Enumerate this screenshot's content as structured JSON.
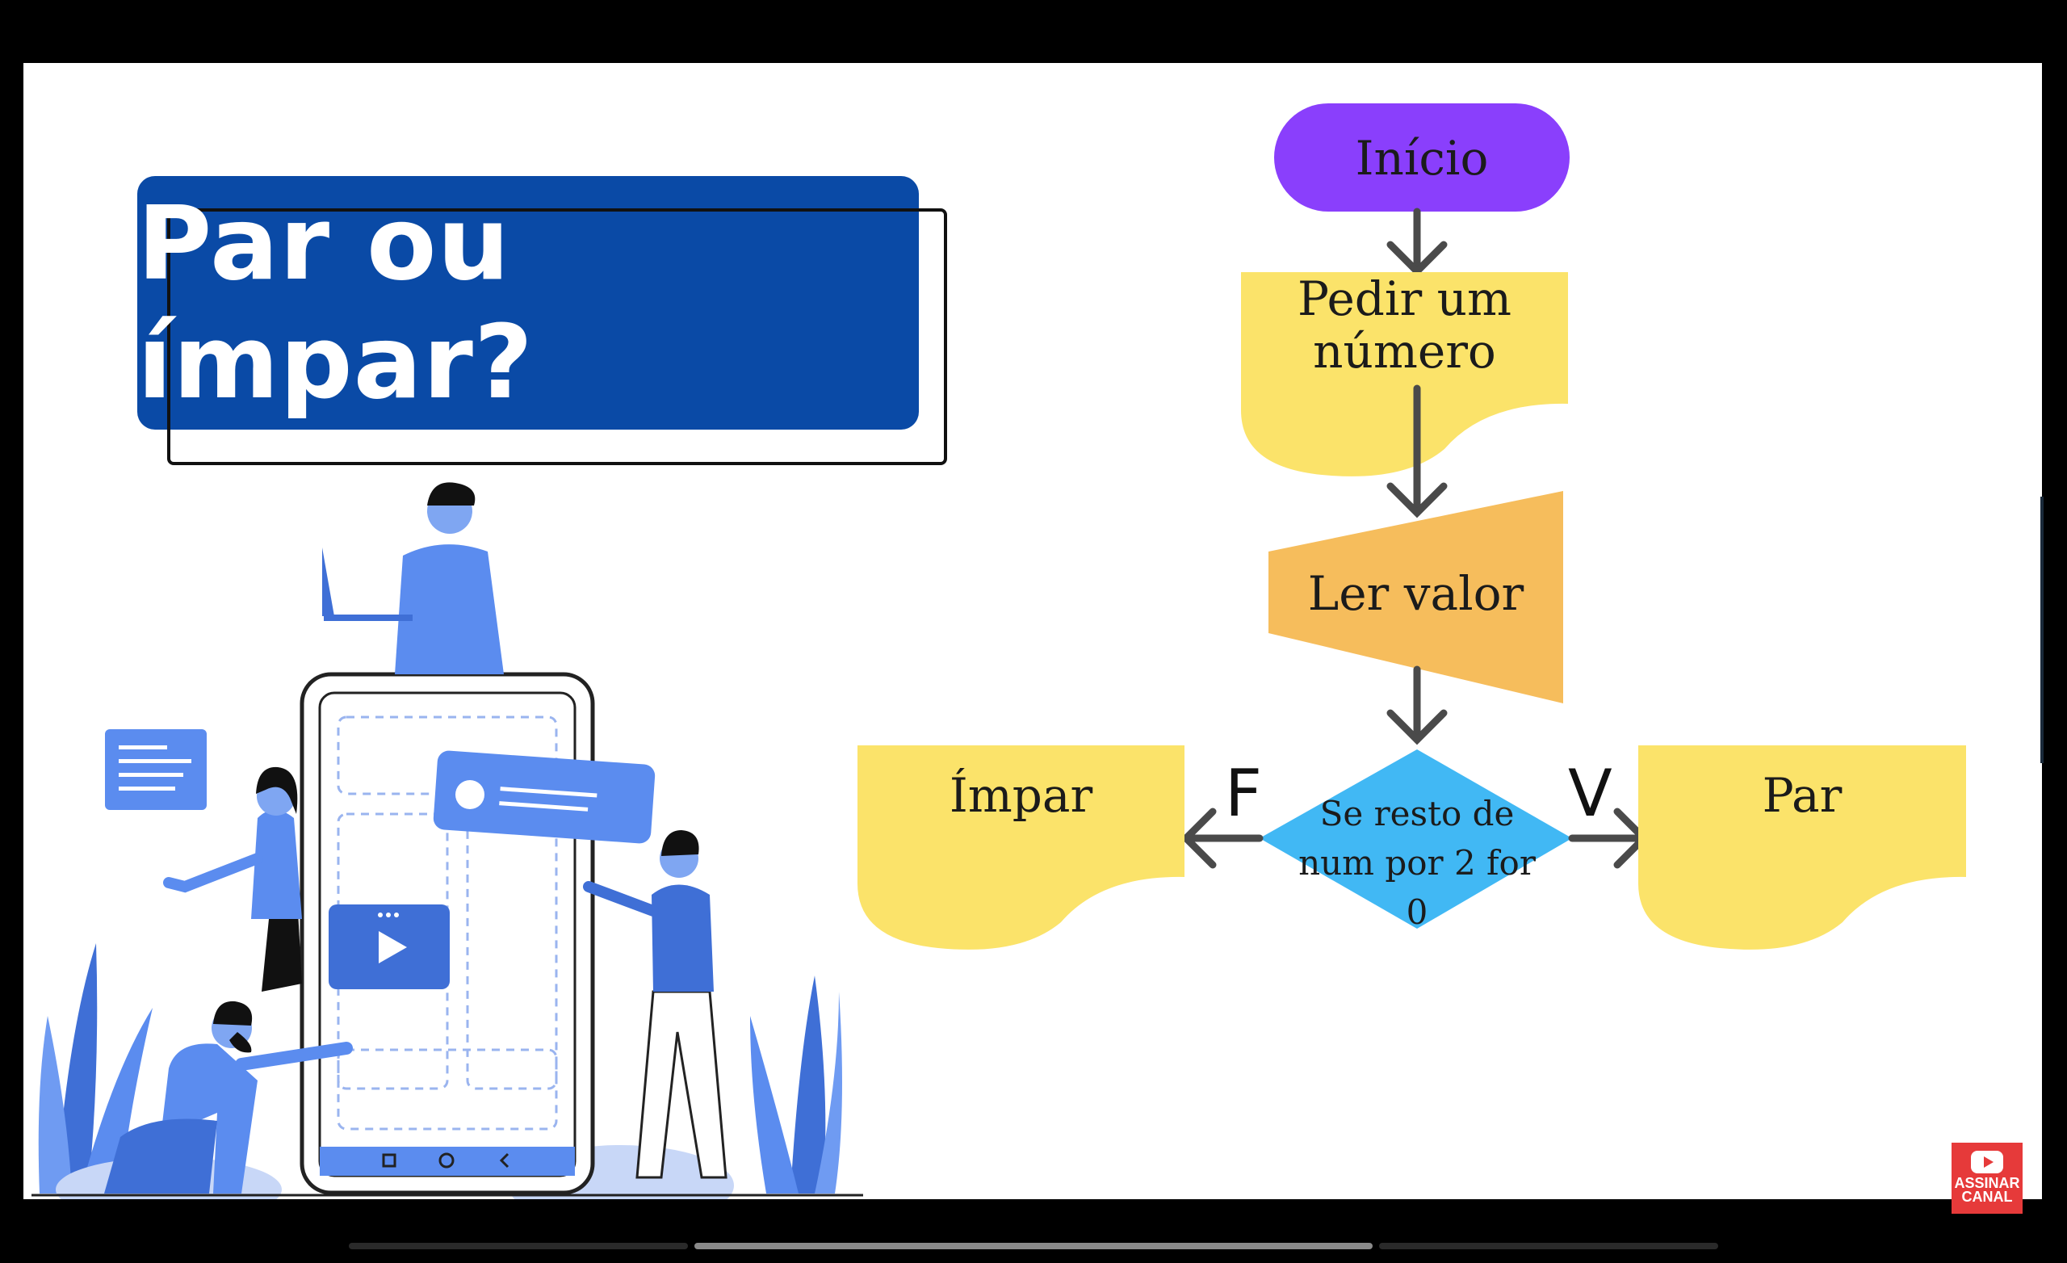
{
  "title": "Par ou ímpar?",
  "flowchart": {
    "start": "Início",
    "input_line1": "Pedir um",
    "input_line2": "número",
    "read": "Ler valor",
    "decision_line1": "Se resto de",
    "decision_line2": "num por 2 for 0",
    "false_label": "F",
    "true_label": "V",
    "false_output": "Ímpar",
    "true_output": "Par"
  },
  "subscribe": {
    "line1": "ASSINAR",
    "line2": "CANAL"
  },
  "colors": {
    "title_bg": "#0a4aa6",
    "start": "#8a3ffc",
    "document": "#fbe36a",
    "manual_input": "#f6bd5c",
    "decision": "#41b8f4",
    "arrow": "#4a4a4a",
    "illustration_blue": "#5b8cef"
  }
}
